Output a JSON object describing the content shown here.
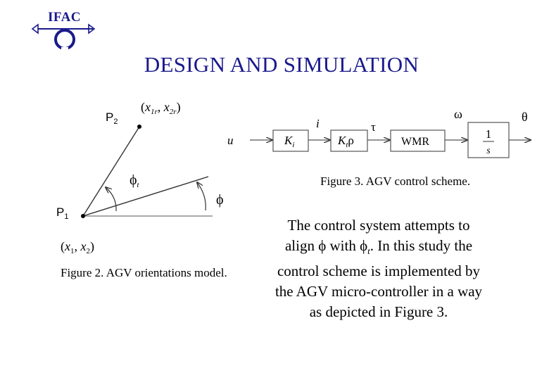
{
  "logo": {
    "text": "IFAC"
  },
  "header": {
    "title": "DESIGN AND SIMULATION"
  },
  "figure2": {
    "caption": "Figure 2. AGV orientations model.",
    "p2_label": "P",
    "p2_sub": "2",
    "p1_label": "P",
    "p1_sub": "1",
    "target_coord": {
      "open": "(",
      "x": "x",
      "x_sub": "1r",
      "sep": ", ",
      "y": "x",
      "y_sub": "2r",
      "close": ")"
    },
    "origin_coord": {
      "open": "(",
      "x": "x",
      "x_sub": "1",
      "sep": ", ",
      "y": "x",
      "y_sub": "2",
      "close": ")"
    },
    "phi_t_label": "ϕ",
    "phi_t_sub": "t",
    "phi_label": "ϕ"
  },
  "figure3": {
    "caption": "Figure 3. AGV control scheme.",
    "input_label": "u",
    "block1": {
      "main": "K",
      "sub": "i"
    },
    "signal_i": "i",
    "block2": {
      "main": "K",
      "sub": "t",
      "tail": "ρ"
    },
    "signal_tau": "τ",
    "block3": "WMR",
    "signal_omega": "ω",
    "block4": {
      "num": "1",
      "den": "s"
    },
    "output_label": "θ"
  },
  "paragraph": {
    "lines": [
      "The control system attempts to",
      "align ϕ with ϕ",
      "t",
      ". In this study the",
      "control scheme is implemented by",
      "the AGV micro-controller in a way",
      "as depicted in Figure 3."
    ]
  }
}
